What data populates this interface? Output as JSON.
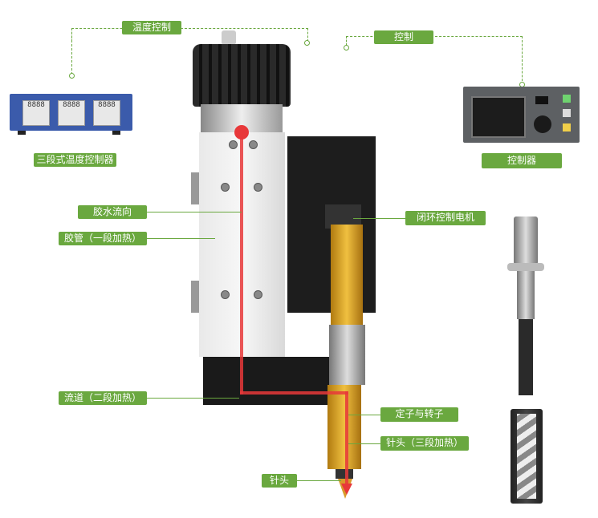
{
  "labels": {
    "temp_control": "温度控制",
    "control": "控制",
    "temp_controller": "三段式温度控制器",
    "controller": "控制器",
    "glue_flow": "胶水流向",
    "hose": "胶管（一段加热）",
    "motor": "闭环控制电机",
    "channel": "流道（二段加热）",
    "stator_rotor": "定子与转子",
    "needle_heat": "针头（三段加热）",
    "needle": "针头"
  },
  "temp_displays": [
    "8888",
    "8888",
    "8888"
  ],
  "colors": {
    "accent": "#6aa83f",
    "flow": "#e8383a",
    "controller_body": "#3b5bab"
  }
}
